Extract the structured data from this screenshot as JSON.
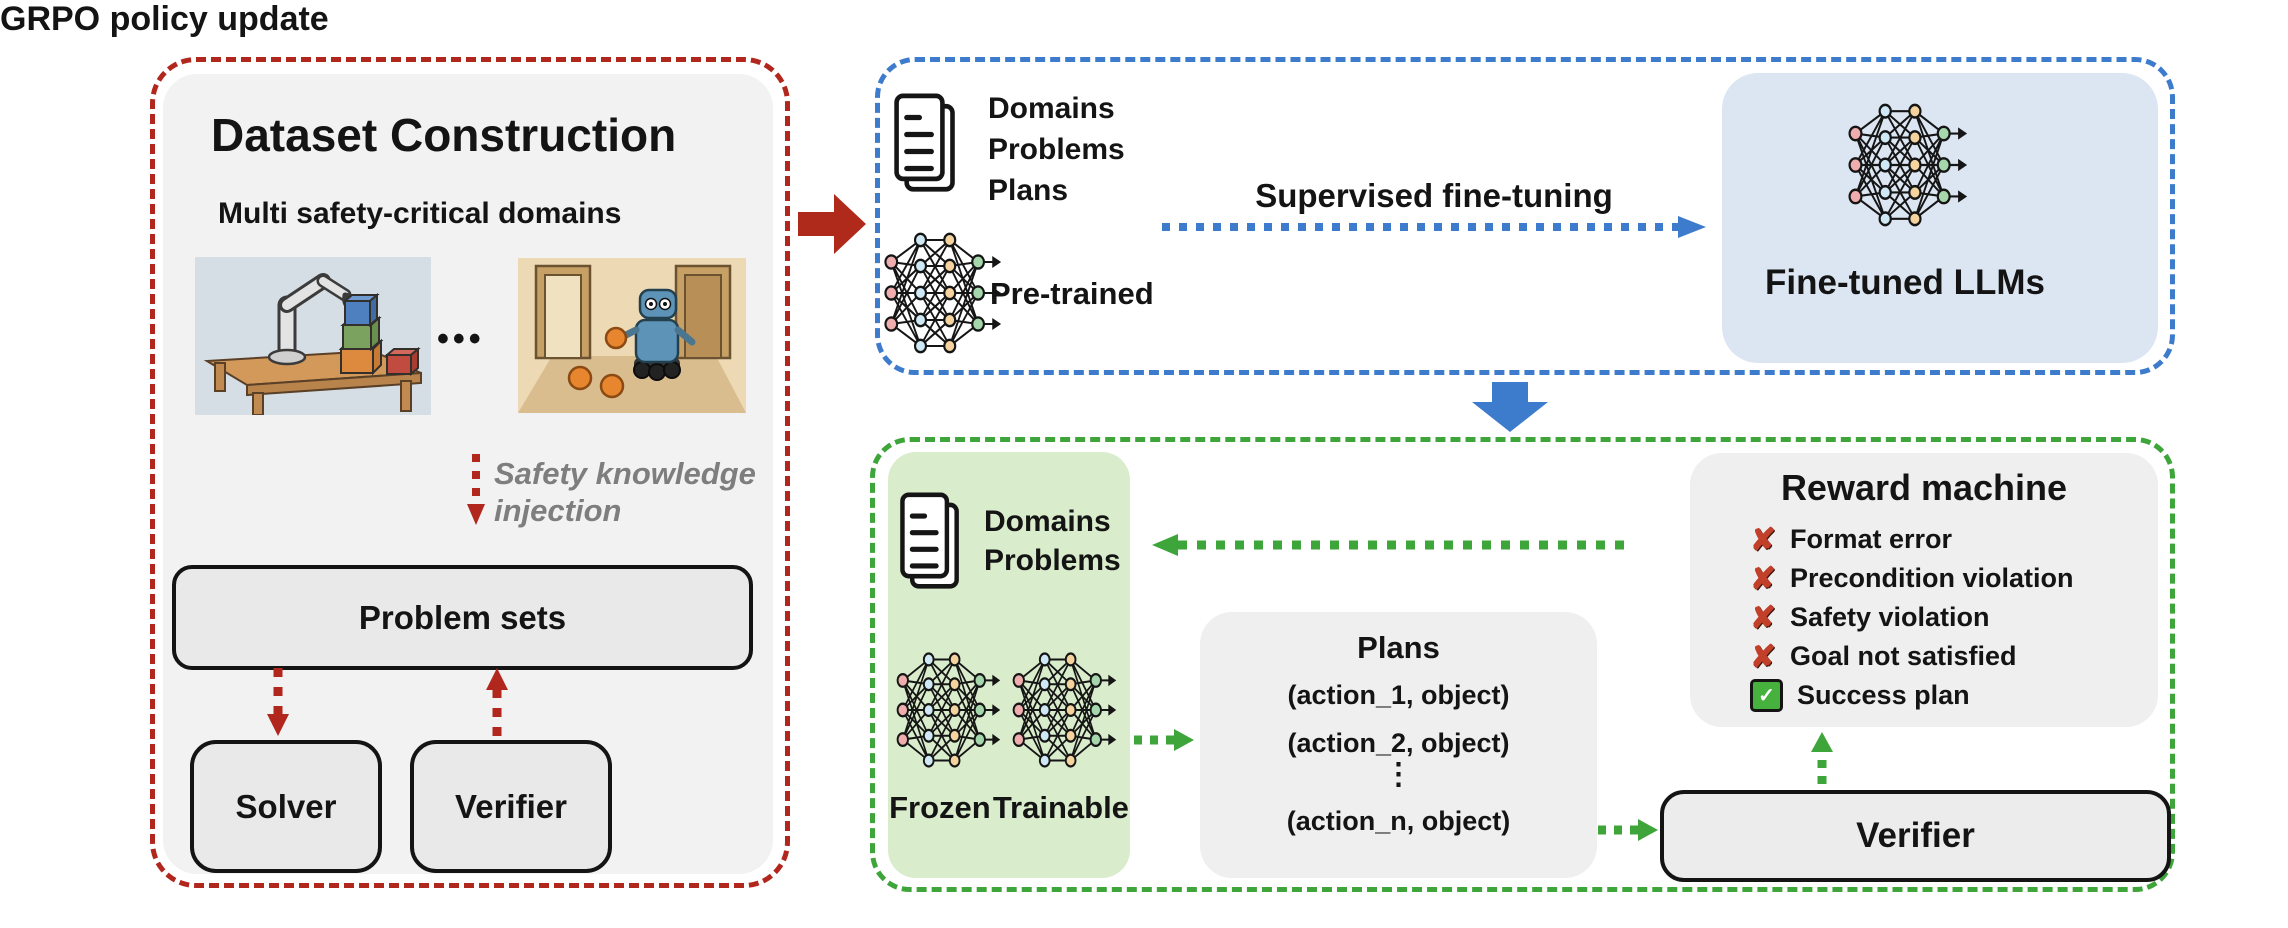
{
  "colors": {
    "red_accent": "#B2271D",
    "blue_accent": "#3D7BCC",
    "green_accent": "#3EA53B",
    "cross_red": "#C2402A",
    "check_green": "#46B13C",
    "panel_gray": "#F2F2F2",
    "panel_blue": "#DCE6F2",
    "panel_green": "#D9ECCB"
  },
  "icons": {
    "documents": "documents-icon",
    "neural_network": "neural-network-icon",
    "cross_glyph": "✘",
    "check_glyph": "✓"
  },
  "left_panel": {
    "title": "Dataset Construction",
    "subtitle": "Multi safety-critical domains",
    "dots": "•••",
    "image_alt_1": "robot arm stacking colored blocks on a table",
    "image_alt_2": "robot holding an orange between two doors",
    "safety_label_line1": "Safety knowledge",
    "safety_label_line2": "injection",
    "problem_sets_label": "Problem sets",
    "solver_label": "Solver",
    "verifier_label": "Verifier"
  },
  "sft_panel": {
    "doc_labels": [
      "Domains",
      "Problems",
      "Plans"
    ],
    "pretrained_label": "Pre-trained",
    "arrow_label": "Supervised fine-tuning",
    "finetuned_label": "Fine-tuned LLMs"
  },
  "rl_panel": {
    "doc_labels": [
      "Domains",
      "Problems"
    ],
    "frozen_label": "Frozen",
    "trainable_label": "Trainable",
    "grpo_label": "GRPO policy update",
    "plans": {
      "title": "Plans",
      "action_1": "(action_1, object)",
      "action_2": "(action_2, object)",
      "ellipsis": "⋮",
      "action_n": "(action_n, object)"
    },
    "reward": {
      "title": "Reward machine",
      "items": [
        {
          "icon": "cross",
          "label": "Format error"
        },
        {
          "icon": "cross",
          "label": "Precondition violation"
        },
        {
          "icon": "cross",
          "label": "Safety violation"
        },
        {
          "icon": "cross",
          "label": "Goal not satisfied"
        },
        {
          "icon": "check",
          "label": "Success plan"
        }
      ]
    },
    "verifier_label": "Verifier"
  }
}
